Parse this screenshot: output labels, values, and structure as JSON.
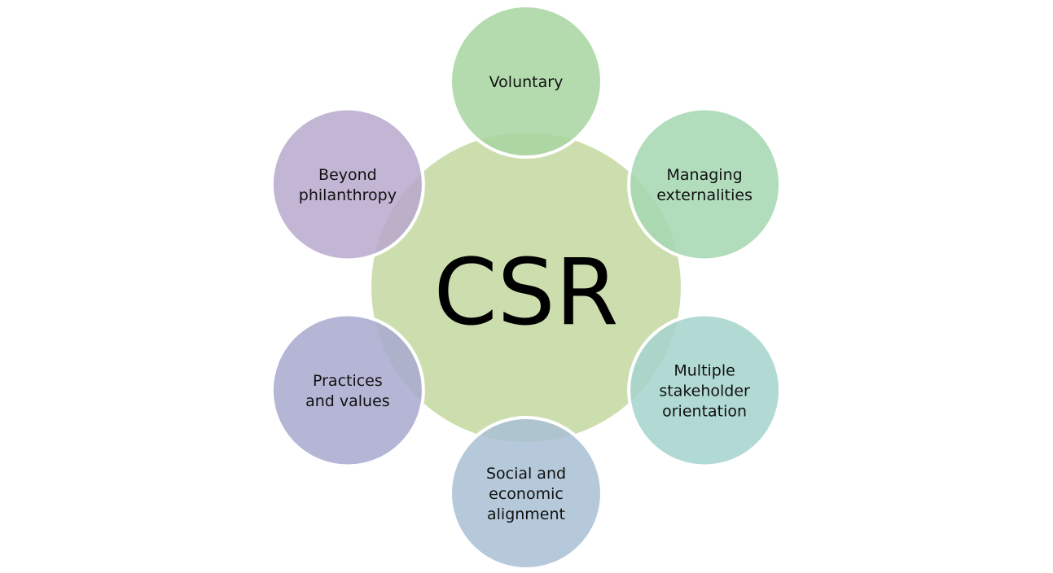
{
  "diagram": {
    "center": {
      "label": "CSR",
      "color": "#cddeae"
    },
    "satellites": [
      {
        "lines": [
          "Voluntary"
        ],
        "color": "#a7d5a0"
      },
      {
        "lines": [
          "Managing",
          "externalities"
        ],
        "color": "#a3d7b2"
      },
      {
        "lines": [
          "Multiple",
          "stakeholder",
          "orientation"
        ],
        "color": "#a5d4cc"
      },
      {
        "lines": [
          "Social and",
          "economic",
          "alignment"
        ],
        "color": "#a8c0d4"
      },
      {
        "lines": [
          "Practices",
          "and values"
        ],
        "color": "#a8a9cf"
      },
      {
        "lines": [
          "Beyond",
          "philanthropy"
        ],
        "color": "#b8a8cd"
      }
    ]
  }
}
